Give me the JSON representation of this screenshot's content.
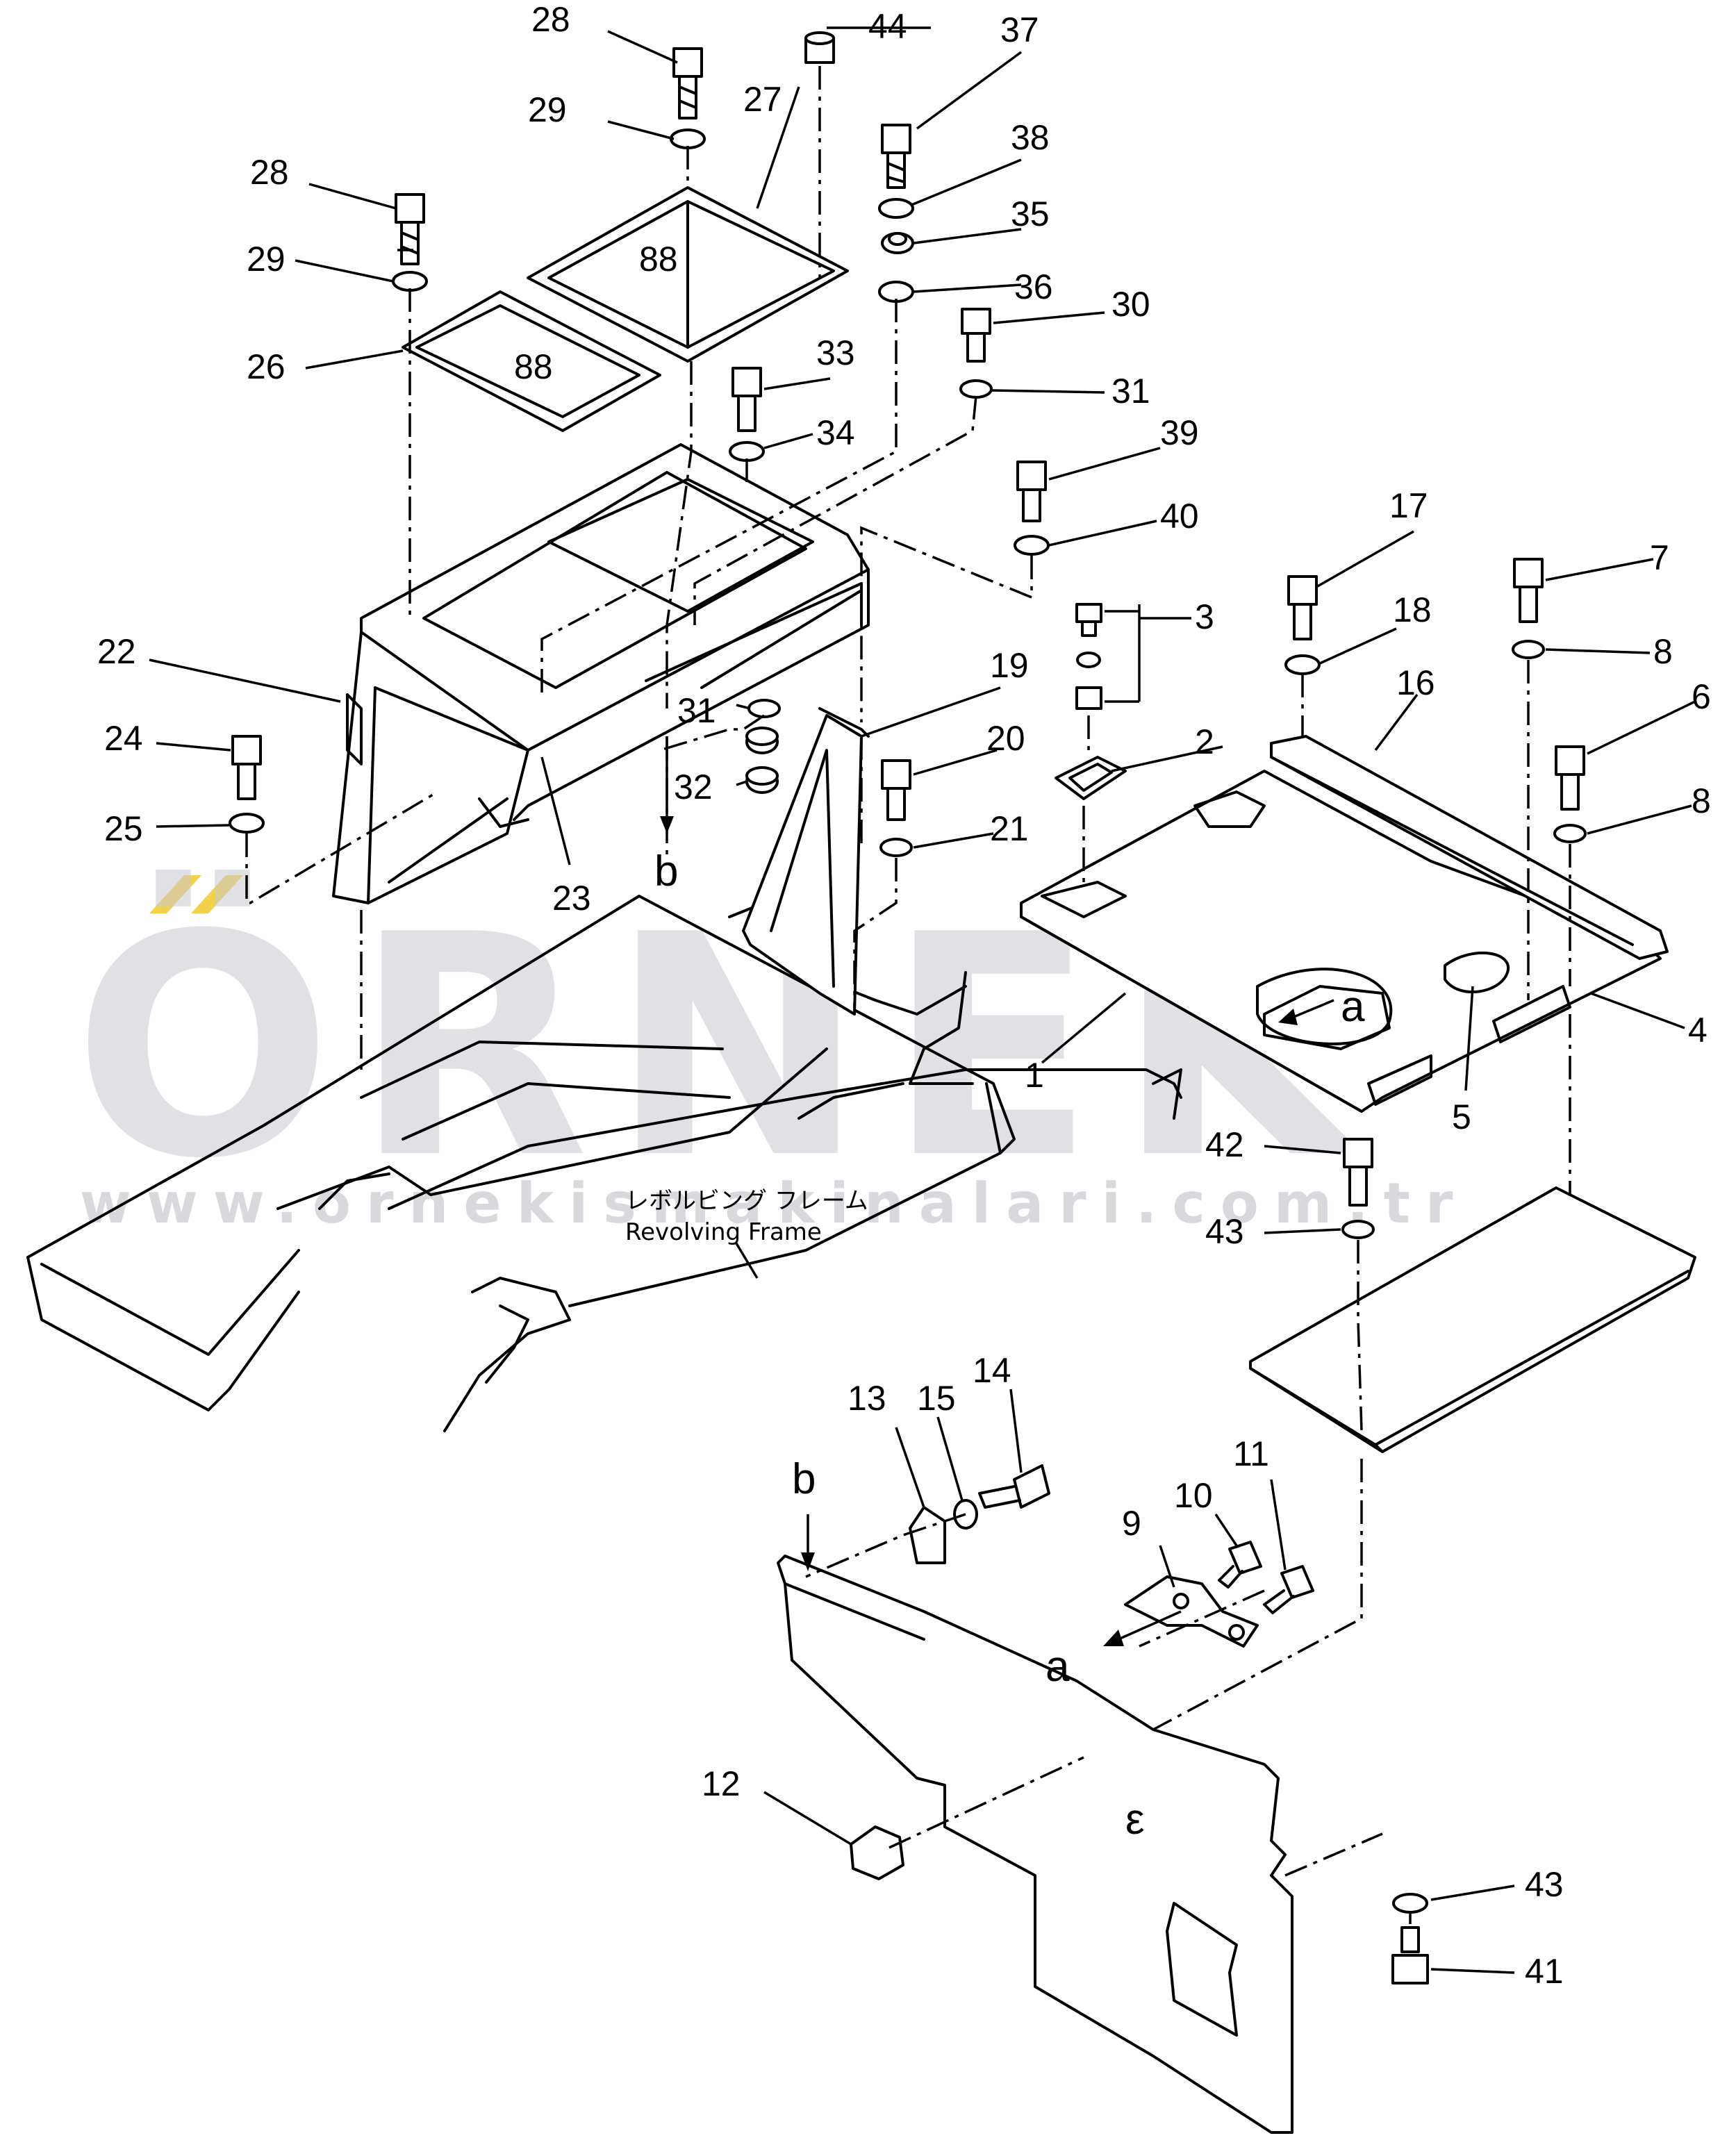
{
  "watermark": {
    "brand": "ÖRNEK",
    "url": "www.ornekismakinalari.com.tr",
    "accent_color": "#f2d24a",
    "text_color": "#c9c9cf"
  },
  "frame_label": {
    "japanese": "レボルビング フレーム",
    "english": "Revolving Frame"
  },
  "reference_letters": {
    "a": "a",
    "b": "b",
    "epsilon": "ε"
  },
  "callouts": [
    "1",
    "2",
    "3",
    "4",
    "5",
    "6",
    "7",
    "8",
    "8",
    "9",
    "10",
    "11",
    "12",
    "13",
    "14",
    "15",
    "16",
    "17",
    "18",
    "19",
    "20",
    "21",
    "22",
    "23",
    "24",
    "25",
    "26",
    "27",
    "28",
    "28",
    "29",
    "29",
    "30",
    "31",
    "31",
    "32",
    "33",
    "34",
    "35",
    "36",
    "37",
    "38",
    "39",
    "40",
    "41",
    "42",
    "43",
    "43",
    "44"
  ]
}
